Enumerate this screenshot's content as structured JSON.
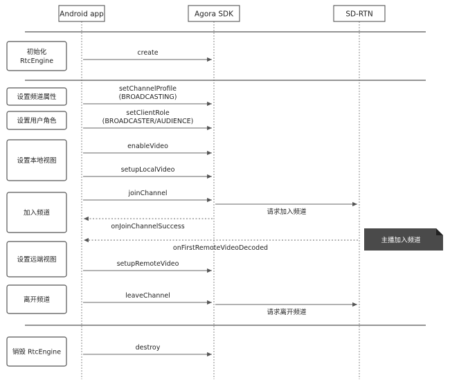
{
  "actors": [
    "Android app",
    "Agora SDK",
    "SD-RTN"
  ],
  "steps": [
    {
      "label_lines": [
        "初始化",
        "RtcEngine"
      ]
    },
    {
      "label_lines": [
        "设置频道属性"
      ]
    },
    {
      "label_lines": [
        "设置用户角色"
      ]
    },
    {
      "label_lines": [
        "设置本地视图"
      ]
    },
    {
      "label_lines": [
        "加入频道"
      ]
    },
    {
      "label_lines": [
        "设置远端视图"
      ]
    },
    {
      "label_lines": [
        "离开频道"
      ]
    },
    {
      "label_lines": [
        "销毁 RtcEngine"
      ]
    }
  ],
  "messages": [
    {
      "label_lines": [
        "create"
      ],
      "from": "Android app",
      "to": "Agora SDK",
      "style": "solid"
    },
    {
      "label_lines": [
        "setChannelProfile",
        "(BROADCASTING)"
      ],
      "from": "Android app",
      "to": "Agora SDK",
      "style": "solid"
    },
    {
      "label_lines": [
        "setClientRole",
        "(BROADCASTER/AUDIENCE)"
      ],
      "from": "Android app",
      "to": "Agora SDK",
      "style": "solid"
    },
    {
      "label_lines": [
        "enableVideo"
      ],
      "from": "Android app",
      "to": "Agora SDK",
      "style": "solid"
    },
    {
      "label_lines": [
        "setupLocalVideo"
      ],
      "from": "Android app",
      "to": "Agora SDK",
      "style": "solid"
    },
    {
      "label_lines": [
        "joinChannel"
      ],
      "from": "Android app",
      "to": "Agora SDK",
      "style": "solid"
    },
    {
      "label_lines": [
        "请求加入频道"
      ],
      "from": "Agora SDK",
      "to": "SD-RTN",
      "style": "solid"
    },
    {
      "label_lines": [
        "onJoinChannelSuccess"
      ],
      "from": "Agora SDK",
      "to": "Android app",
      "style": "dashed"
    },
    {
      "label_lines": [
        "onFirstRemoteVideoDecoded"
      ],
      "from": "SD-RTN",
      "to": "Android app",
      "style": "dashed"
    },
    {
      "label_lines": [
        "setupRemoteVideo"
      ],
      "from": "Android app",
      "to": "Agora SDK",
      "style": "solid"
    },
    {
      "label_lines": [
        "leaveChannel"
      ],
      "from": "Android app",
      "to": "Agora SDK",
      "style": "solid"
    },
    {
      "label_lines": [
        "请求离开频道"
      ],
      "from": "Agora SDK",
      "to": "SD-RTN",
      "style": "solid"
    },
    {
      "label_lines": [
        "destroy"
      ],
      "from": "Android app",
      "to": "Agora SDK",
      "style": "solid"
    }
  ],
  "note": {
    "label": "主播加入频道"
  }
}
